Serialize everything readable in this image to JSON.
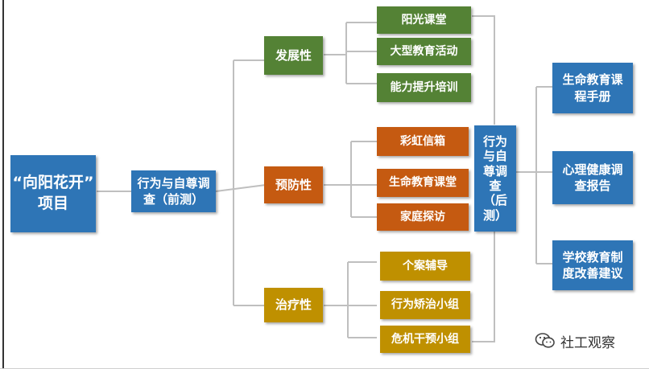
{
  "root": {
    "label": "“向阳花开”\n项目"
  },
  "pretest": {
    "label": "行为与自尊调\n查（前测）"
  },
  "categories": [
    {
      "id": "development",
      "label": "发展性",
      "color": "#548235",
      "items": [
        "阳光课堂",
        "大型教育活动",
        "能力提升培训"
      ]
    },
    {
      "id": "prevention",
      "label": "预防性",
      "color": "#c55a11",
      "items": [
        "彩虹信箱",
        "生命教育课堂",
        "家庭探访"
      ]
    },
    {
      "id": "treatment",
      "label": "治疗性",
      "color": "#bf9000",
      "items": [
        "个案辅导",
        "行为矫治小组",
        "危机干预小组"
      ]
    }
  ],
  "posttest": {
    "label": "行为\n与自\n尊调\n查\n（后\n测）"
  },
  "outputs": [
    {
      "label": "生命教育课\n程手册"
    },
    {
      "label": "心理健康调\n查报告"
    },
    {
      "label": "学校教育制\n度改善建议"
    }
  ],
  "watermark": {
    "text": "社工观察",
    "icon": "wechat-icon"
  },
  "colors": {
    "blue": "#2e75b6",
    "green": "#548235",
    "orange": "#c55a11",
    "gold": "#bf9000",
    "connector": "#bfbfbf"
  }
}
